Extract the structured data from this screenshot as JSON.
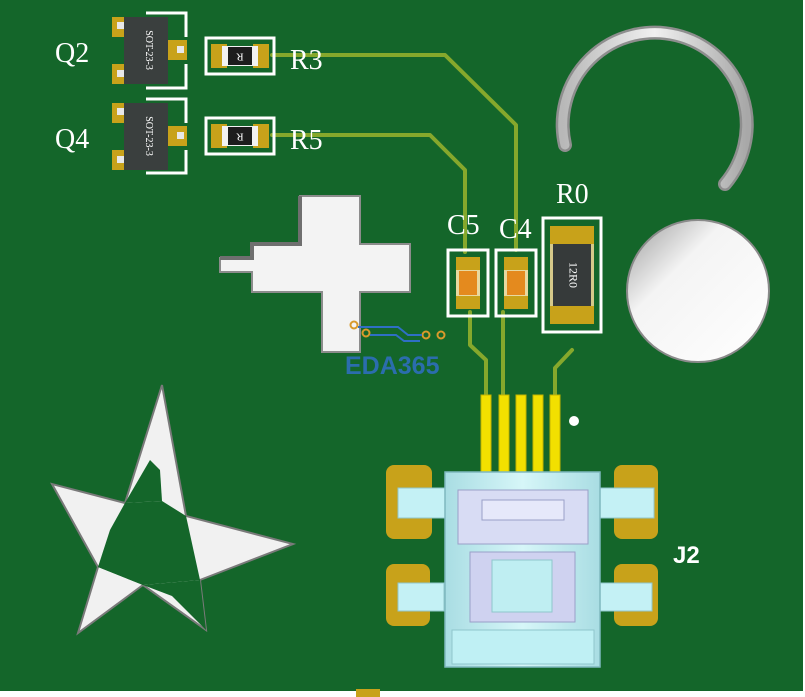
{
  "board": {
    "refdes": {
      "q2": "Q2",
      "q4": "Q4",
      "r3": "R3",
      "r5": "R5",
      "c5": "C5",
      "c4": "C4",
      "r0": "R0",
      "j2": "J2"
    },
    "part_marks": {
      "sot_q2": "SOT-23-3",
      "sot_q4": "SOT-23-3",
      "res_r3": "R",
      "res_r5": "R",
      "res_r0": "12R0"
    },
    "watermark": "EDA365",
    "colors": {
      "board": "#14662a",
      "trace": "#86a82c",
      "copper_pad": "#c8a21a",
      "gold_finger": "#f2e000",
      "silkscreen": "#ffffff",
      "connector": "#bff0f4",
      "watermark": "#2f6fc4"
    }
  }
}
